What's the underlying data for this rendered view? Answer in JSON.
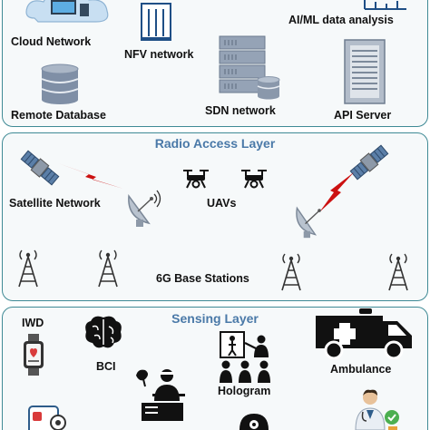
{
  "core": {
    "cloud_network": "Cloud Network",
    "nfv_network": "NFV network",
    "ai_ml": "AI/ML data analysis",
    "remote_database": "Remote Database",
    "sdn_network": "SDN network",
    "api_server": "API Server"
  },
  "radio": {
    "title": "Radio Access Layer",
    "satellite_network": "Satellite Network",
    "uavs": "UAVs",
    "base_stations": "6G Base Stations"
  },
  "sensing": {
    "title": "Sensing Layer",
    "iwd": "IWD",
    "bci": "BCI",
    "hologram": "Hologram",
    "ambulance": "Ambulance"
  },
  "colors": {
    "border": "#3f8a95",
    "title": "#4a79a8",
    "lightning": "#cc1111"
  }
}
